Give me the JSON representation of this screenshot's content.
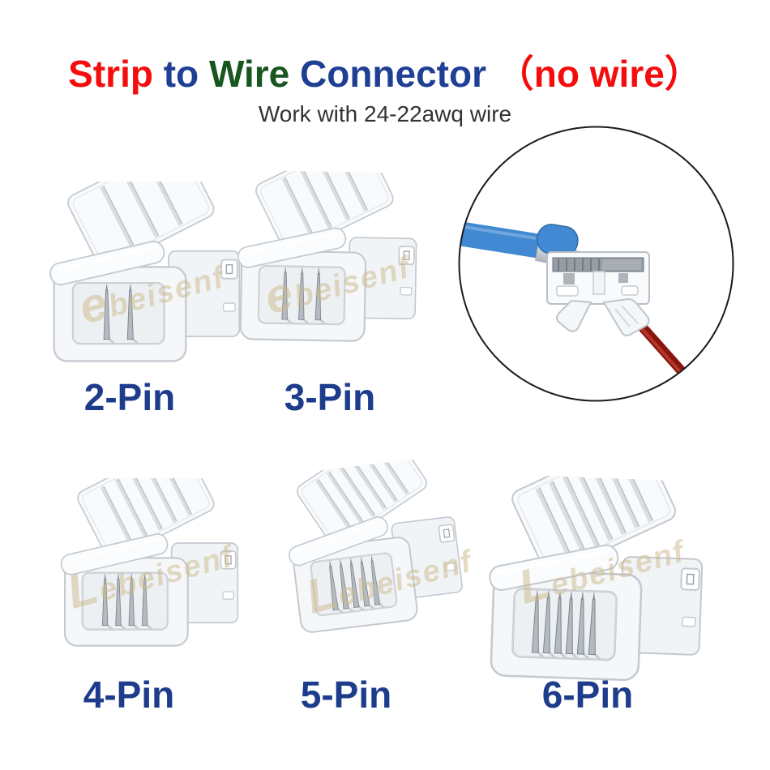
{
  "title": {
    "segments": [
      {
        "text": "Strip ",
        "color": "#f50d0d"
      },
      {
        "text": "to ",
        "color": "#1e3f94"
      },
      {
        "text": "Wire ",
        "color": "#17561f"
      },
      {
        "text": "Connector ",
        "color": "#1e3f94"
      },
      {
        "text": "（no wire）",
        "color": "#f50d0d"
      }
    ]
  },
  "subtitle": {
    "text": "Work with 24-22awq wire",
    "color": "#333333"
  },
  "label_color": "#1e3c8c",
  "watermark_color": "#cdb98c",
  "products": [
    {
      "label": "2-Pin",
      "pins": 2
    },
    {
      "label": "3-Pin",
      "pins": 3
    },
    {
      "label": "4-Pin",
      "pins": 4
    },
    {
      "label": "5-Pin",
      "pins": 5
    },
    {
      "label": "6-Pin",
      "pins": 6
    }
  ],
  "watermarks": [
    {
      "text": "ebeisenf"
    },
    {
      "text": "ebeisenf"
    },
    {
      "text": "Lebeisenf"
    },
    {
      "text": "Lebeisenf"
    },
    {
      "text": "Lebeisenf"
    }
  ],
  "inset": {
    "outline_color": "#1b1b1b",
    "strip_color": "#4189d2",
    "strip_edge_color": "#2e6cab",
    "pad_color": "#efa24e",
    "wire_color": "#8a150d",
    "wire_highlight_color": "#b2362a"
  }
}
